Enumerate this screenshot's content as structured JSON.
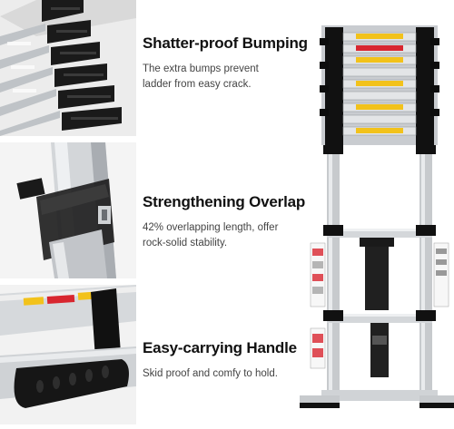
{
  "features": [
    {
      "title": "Shatter-proof Bumping",
      "desc_line1": "The extra bumps prevent",
      "desc_line2": "ladder from easy crack."
    },
    {
      "title": "Strengthening Overlap",
      "desc_line1": "42% overlapping length, offer",
      "desc_line2": "rock-solid stability."
    },
    {
      "title": "Easy-carrying Handle",
      "desc_line1": "Skid proof and comfy to hold."
    }
  ],
  "colors": {
    "aluminum": "#c9ccd0",
    "black": "#151515",
    "warning_yellow": "#f2c21b",
    "warning_red": "#d8262f"
  },
  "icons": [
    "bumper-icon",
    "ladder-photo",
    "handle-photo"
  ]
}
